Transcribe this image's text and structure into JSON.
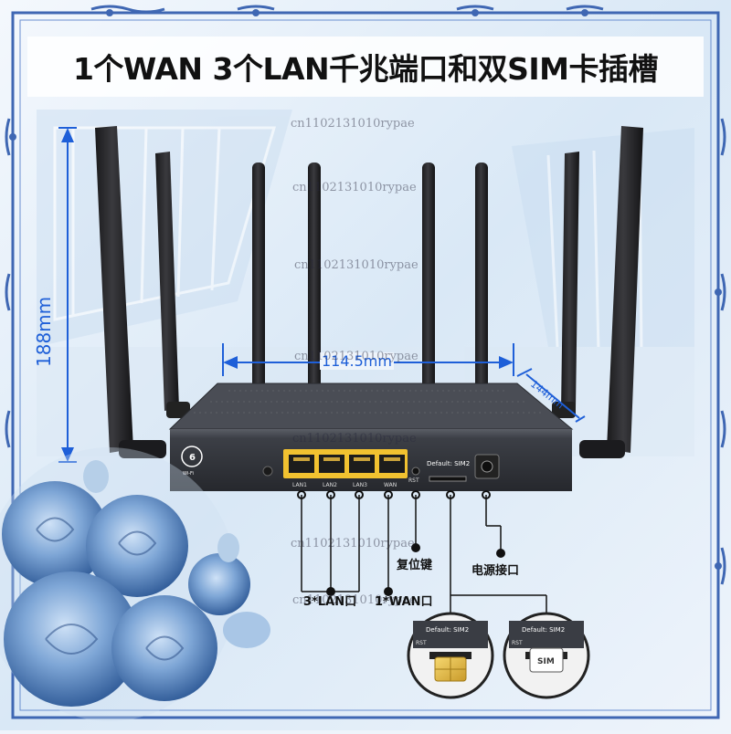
{
  "headline": "1个WAN 3个LAN千兆端口和双SIM卡插槽",
  "dimensions": {
    "height": "188mm",
    "width": "114.5mm",
    "depth": "144mm"
  },
  "watermark": "cn1102131010rypae",
  "router_panel": {
    "wifi_badge": "6",
    "wifi_badge_sub": "Wi-Fi",
    "port_labels": [
      "LAN1",
      "LAN2",
      "LAN3",
      "WAN"
    ],
    "sim_panel_label": "Default: SIM2",
    "reset_label": "RST"
  },
  "callouts": {
    "lan": "3*LAN口",
    "wan": "1*WAN口",
    "reset": "复位键",
    "power": "电源接口"
  },
  "insets": {
    "left": {
      "label": "Default: SIM2",
      "rst": "RST"
    },
    "right": {
      "label": "Default: SIM2",
      "rst": "RST",
      "card_text": "SIM"
    }
  },
  "colors": {
    "dimension_blue": "#1e5fd8",
    "port_yellow": "#f2c230",
    "router_body": "#3a3d44"
  }
}
